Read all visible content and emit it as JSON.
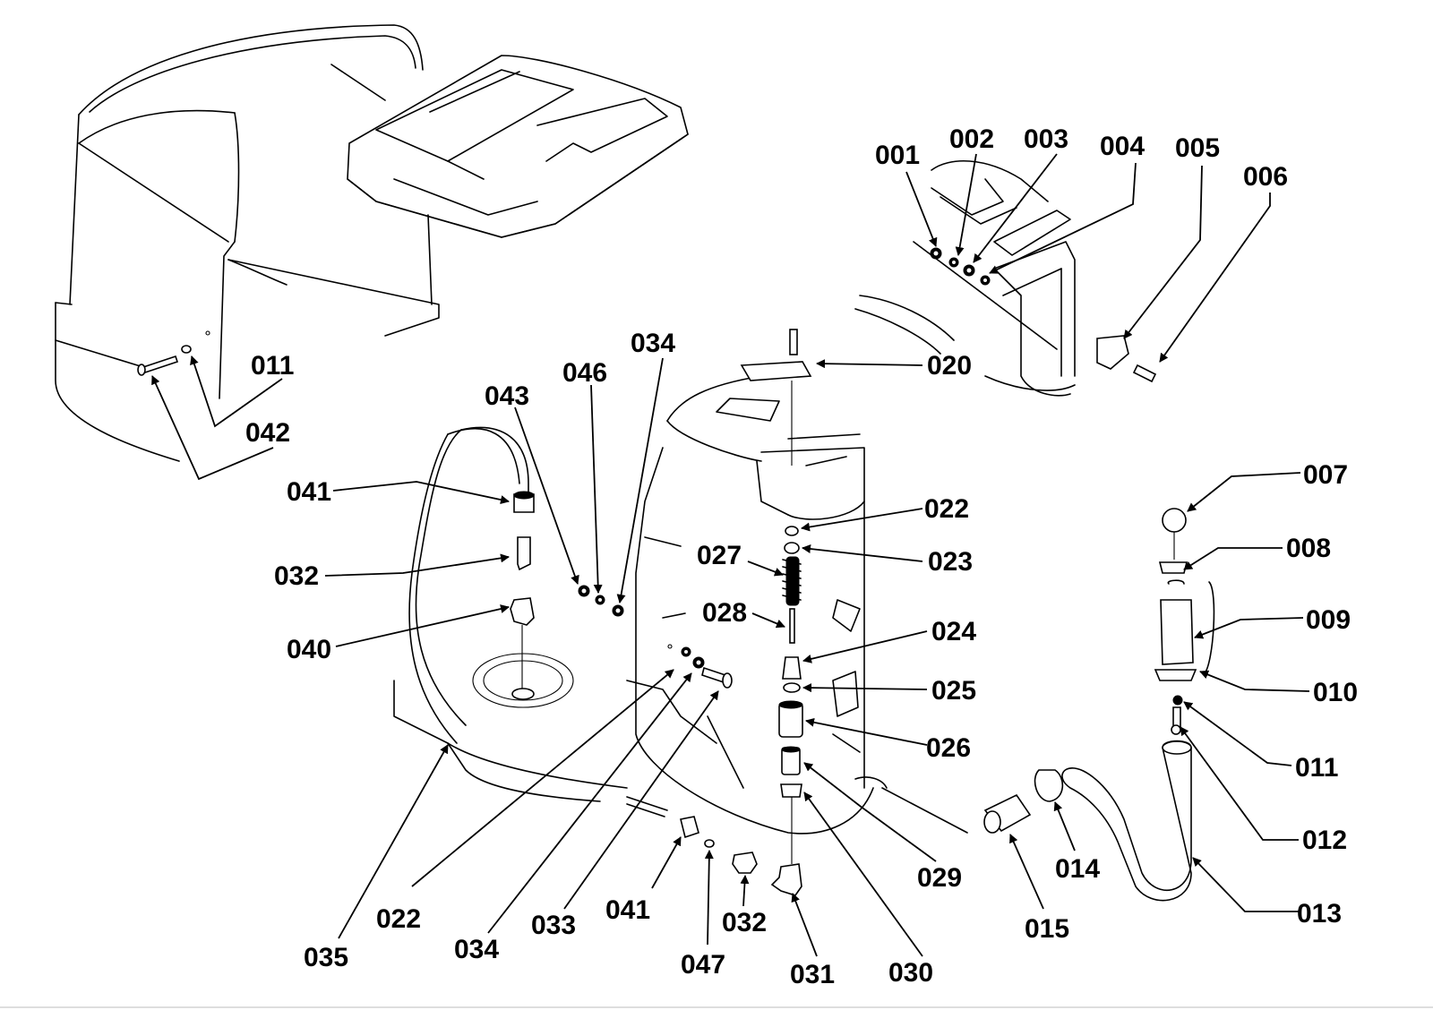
{
  "diagram": {
    "callouts": [
      {
        "id": "001",
        "text": "001"
      },
      {
        "id": "002",
        "text": "002"
      },
      {
        "id": "003",
        "text": "003"
      },
      {
        "id": "004",
        "text": "004"
      },
      {
        "id": "005",
        "text": "005"
      },
      {
        "id": "006",
        "text": "006"
      },
      {
        "id": "007",
        "text": "007"
      },
      {
        "id": "008",
        "text": "008"
      },
      {
        "id": "009",
        "text": "009"
      },
      {
        "id": "010",
        "text": "010"
      },
      {
        "id": "011a",
        "text": "011"
      },
      {
        "id": "011b",
        "text": "011"
      },
      {
        "id": "012",
        "text": "012"
      },
      {
        "id": "013",
        "text": "013"
      },
      {
        "id": "014",
        "text": "014"
      },
      {
        "id": "015",
        "text": "015"
      },
      {
        "id": "020",
        "text": "020"
      },
      {
        "id": "022a",
        "text": "022"
      },
      {
        "id": "022b",
        "text": "022"
      },
      {
        "id": "023",
        "text": "023"
      },
      {
        "id": "024",
        "text": "024"
      },
      {
        "id": "025",
        "text": "025"
      },
      {
        "id": "026",
        "text": "026"
      },
      {
        "id": "027",
        "text": "027"
      },
      {
        "id": "028",
        "text": "028"
      },
      {
        "id": "029",
        "text": "029"
      },
      {
        "id": "030",
        "text": "030"
      },
      {
        "id": "031",
        "text": "031"
      },
      {
        "id": "032a",
        "text": "032"
      },
      {
        "id": "032b",
        "text": "032"
      },
      {
        "id": "033",
        "text": "033"
      },
      {
        "id": "034a",
        "text": "034"
      },
      {
        "id": "034b",
        "text": "034"
      },
      {
        "id": "035",
        "text": "035"
      },
      {
        "id": "040",
        "text": "040"
      },
      {
        "id": "041a",
        "text": "041"
      },
      {
        "id": "041b",
        "text": "041"
      },
      {
        "id": "042",
        "text": "042"
      },
      {
        "id": "043",
        "text": "043"
      },
      {
        "id": "046",
        "text": "046"
      },
      {
        "id": "047",
        "text": "047"
      }
    ]
  }
}
